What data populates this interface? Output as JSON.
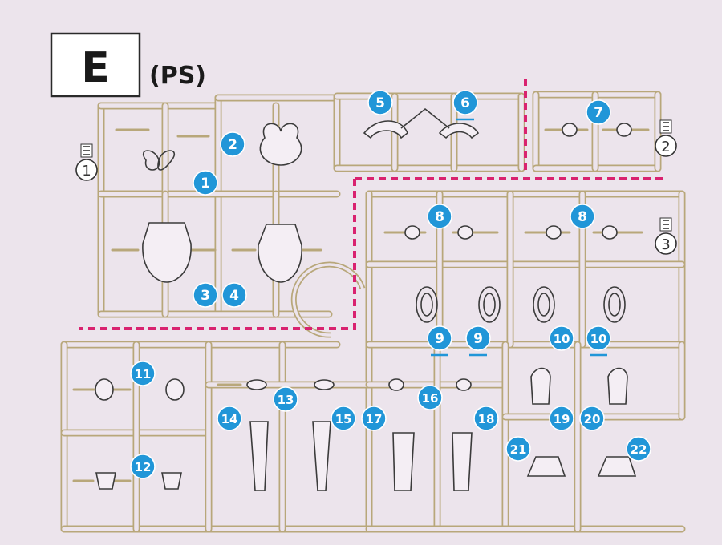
{
  "sheet": {
    "letter": "E",
    "material": "(PS)"
  },
  "colors": {
    "background": "#ece4ec",
    "runner": "#b8a77a",
    "runner_fill": "#ece4ec",
    "part_outline": "#3b3b3b",
    "callout": "#2196d8",
    "callout_text": "#ffffff",
    "divider": "#d9226f",
    "underline": "#2196d8"
  },
  "sections": [
    {
      "number": "1",
      "tag_icon": "sprue-tag-icon"
    },
    {
      "number": "2",
      "tag_icon": "sprue-tag-icon"
    },
    {
      "number": "3",
      "tag_icon": "sprue-tag-icon"
    }
  ],
  "parts": [
    {
      "label": "1",
      "underline": false
    },
    {
      "label": "2",
      "underline": false
    },
    {
      "label": "3",
      "underline": false
    },
    {
      "label": "4",
      "underline": false
    },
    {
      "label": "5",
      "underline": false
    },
    {
      "label": "6",
      "underline": true
    },
    {
      "label": "7",
      "underline": false
    },
    {
      "label": "8",
      "underline": false
    },
    {
      "label": "8",
      "underline": false
    },
    {
      "label": "9",
      "underline": true
    },
    {
      "label": "9",
      "underline": true
    },
    {
      "label": "10",
      "underline": false
    },
    {
      "label": "10",
      "underline": true
    },
    {
      "label": "11",
      "underline": false
    },
    {
      "label": "12",
      "underline": false
    },
    {
      "label": "13",
      "underline": false
    },
    {
      "label": "14",
      "underline": false
    },
    {
      "label": "15",
      "underline": false
    },
    {
      "label": "16",
      "underline": false
    },
    {
      "label": "17",
      "underline": false
    },
    {
      "label": "18",
      "underline": false
    },
    {
      "label": "19",
      "underline": false
    },
    {
      "label": "20",
      "underline": false
    },
    {
      "label": "21",
      "underline": false
    },
    {
      "label": "22",
      "underline": false
    }
  ]
}
